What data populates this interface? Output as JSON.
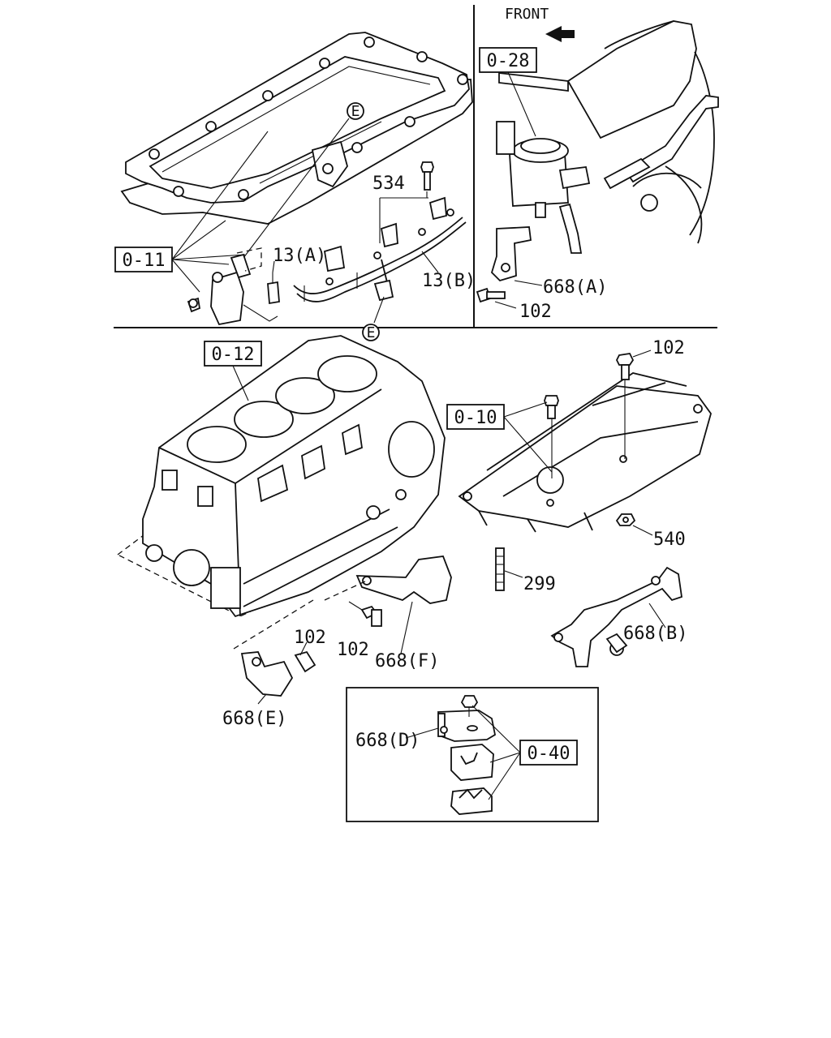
{
  "orientation": "FRONT",
  "references": {
    "oil_pan": "0-11",
    "vacuum_pump": "0-28",
    "cylinder_block": "0-12",
    "frame_plate": "0-10",
    "mount": "0-40"
  },
  "circle_markers": [
    "E",
    "E"
  ],
  "part_labels": {
    "p534": "534",
    "p13a": "13(A)",
    "p13b": "13(B)",
    "p668a": "668(A)",
    "p102_top": "102",
    "p102_right": "102",
    "p540": "540",
    "p299": "299",
    "p668b": "668(B)",
    "p102_mid": "102",
    "p668f": "668(F)",
    "p102_low": "102",
    "p668e": "668(E)",
    "p668d": "668(D)"
  }
}
